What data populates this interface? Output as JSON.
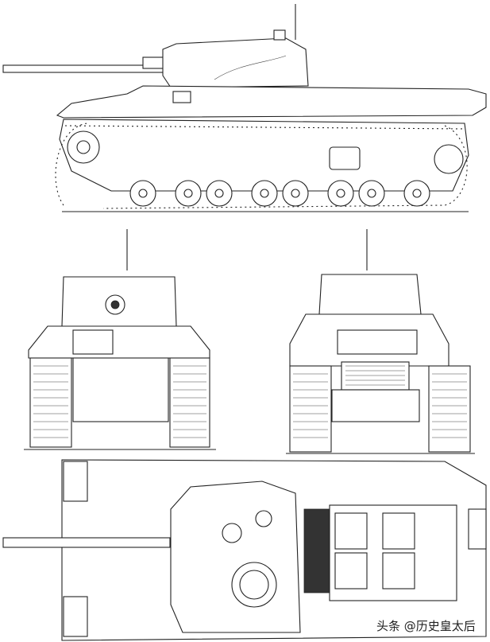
{
  "watermark": {
    "text": "头条 @历史皇太后"
  },
  "colors": {
    "line": "#222222",
    "background": "#ffffff"
  },
  "views": [
    "side-view",
    "front-view",
    "rear-view",
    "top-view"
  ]
}
